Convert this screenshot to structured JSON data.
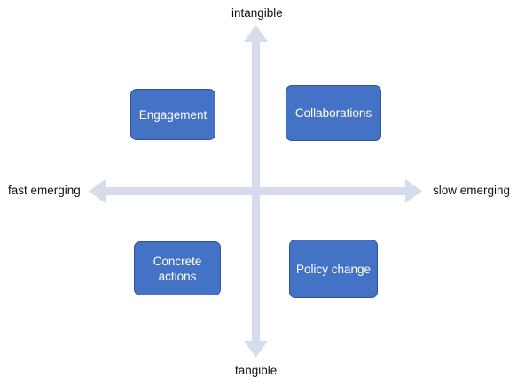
{
  "axes": {
    "top_label": "intangible",
    "bottom_label": "tangible",
    "left_label": "fast emerging",
    "right_label": "slow emerging",
    "arrow_color": "#d6dceb"
  },
  "quadrants": {
    "top_left": {
      "label": "Engagement"
    },
    "top_right": {
      "label": "Collaborations"
    },
    "bottom_left": {
      "label": "Concrete\nactions"
    },
    "bottom_right": {
      "label": "Policy change"
    }
  },
  "colors": {
    "box_fill": "#4472c4",
    "box_border": "#2f5597",
    "box_text": "#ffffff"
  }
}
